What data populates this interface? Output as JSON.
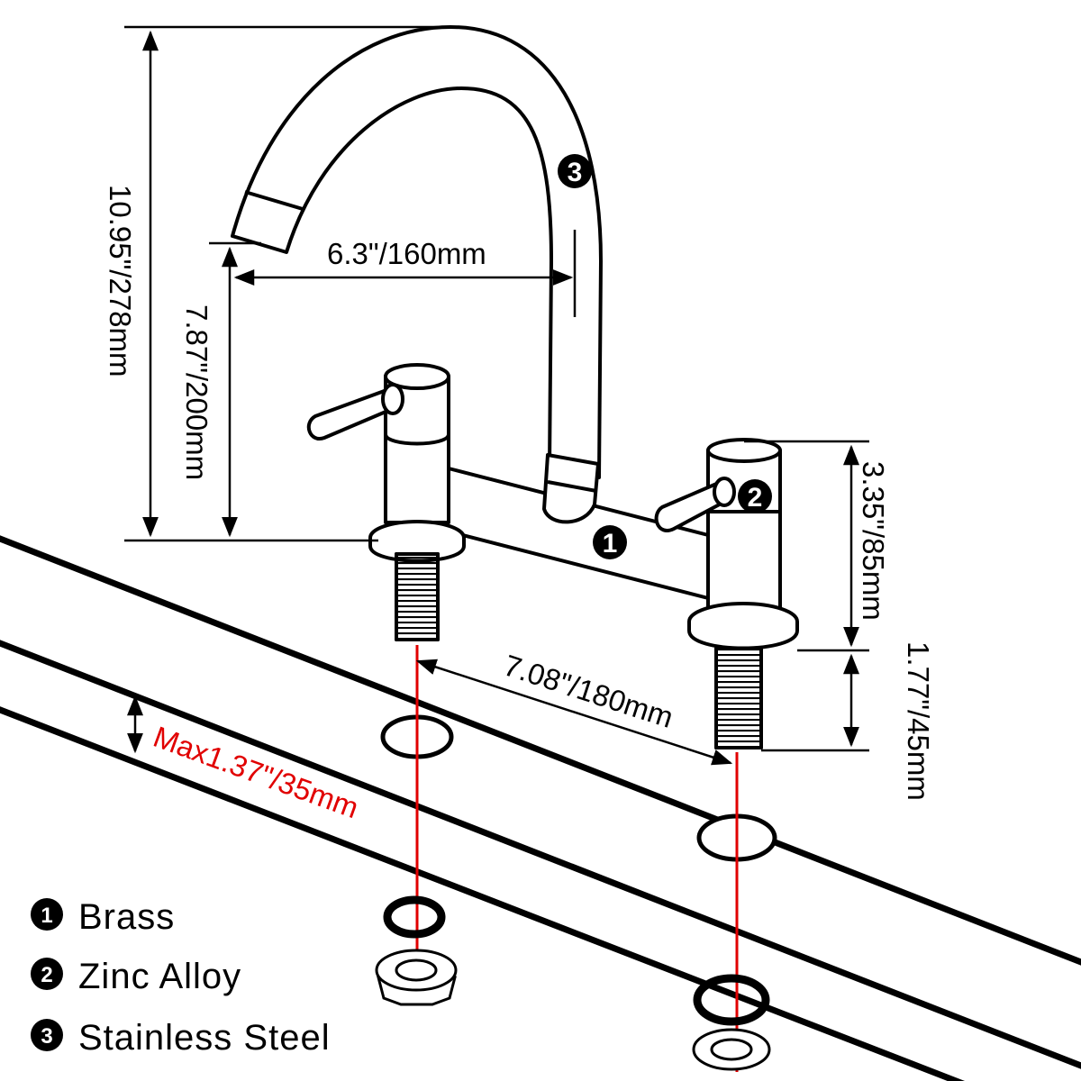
{
  "dimensions": {
    "total_height": "10.95\"/278mm",
    "spout_height": "7.87\"/200mm",
    "spout_reach": "6.3\"/160mm",
    "handle_height": "3.35\"/85mm",
    "shank_length": "1.77\"/45mm",
    "center_spacing": "7.08\"/180mm",
    "max_deck_thickness": "Max1.37\"/35mm"
  },
  "markers": {
    "brass": "1",
    "zinc_alloy": "2",
    "stainless_steel": "3"
  },
  "legend": [
    {
      "number": "1",
      "label": "Brass"
    },
    {
      "number": "2",
      "label": "Zinc Alloy"
    },
    {
      "number": "3",
      "label": "Stainless Steel"
    }
  ],
  "colors": {
    "line": "#000000",
    "accent_red": "#e10000",
    "background": "#ffffff"
  }
}
